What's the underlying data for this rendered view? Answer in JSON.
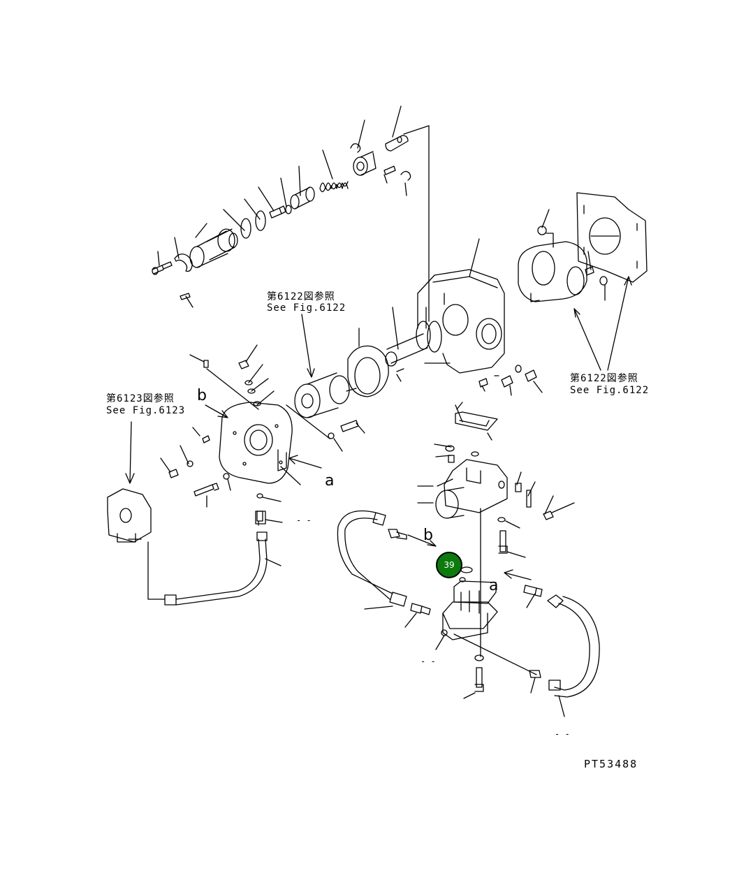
{
  "references": {
    "ref_top_center": {
      "jp": "第6122図参照",
      "en": "See Fig.6122"
    },
    "ref_right": {
      "jp": "第6122図参照",
      "en": "See Fig.6122"
    },
    "ref_left": {
      "jp": "第6123図参照",
      "en": "See Fig.6123"
    }
  },
  "markers": {
    "a_left": "a",
    "b_left": "b",
    "b_center": "b",
    "a_center": "a"
  },
  "dashes": [
    "- -",
    "- -",
    "- -"
  ],
  "callout": {
    "number": "39",
    "color": "#0c7a0c"
  },
  "drawing_code": "PT53488"
}
